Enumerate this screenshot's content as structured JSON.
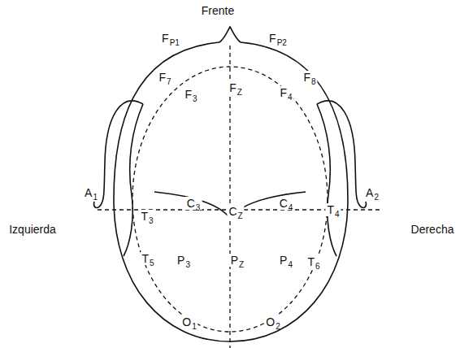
{
  "diagram": {
    "labels": [
      "Frente",
      "Izquierda",
      "Derecha",
      "FP1",
      "FP2",
      "F7",
      "F3",
      "FZ",
      "F4",
      "F8",
      "A1",
      "T3",
      "C3",
      "CZ",
      "C4",
      "T4",
      "A2",
      "T5",
      "P3",
      "PZ",
      "P4",
      "T6",
      "O1",
      "O2"
    ]
  }
}
